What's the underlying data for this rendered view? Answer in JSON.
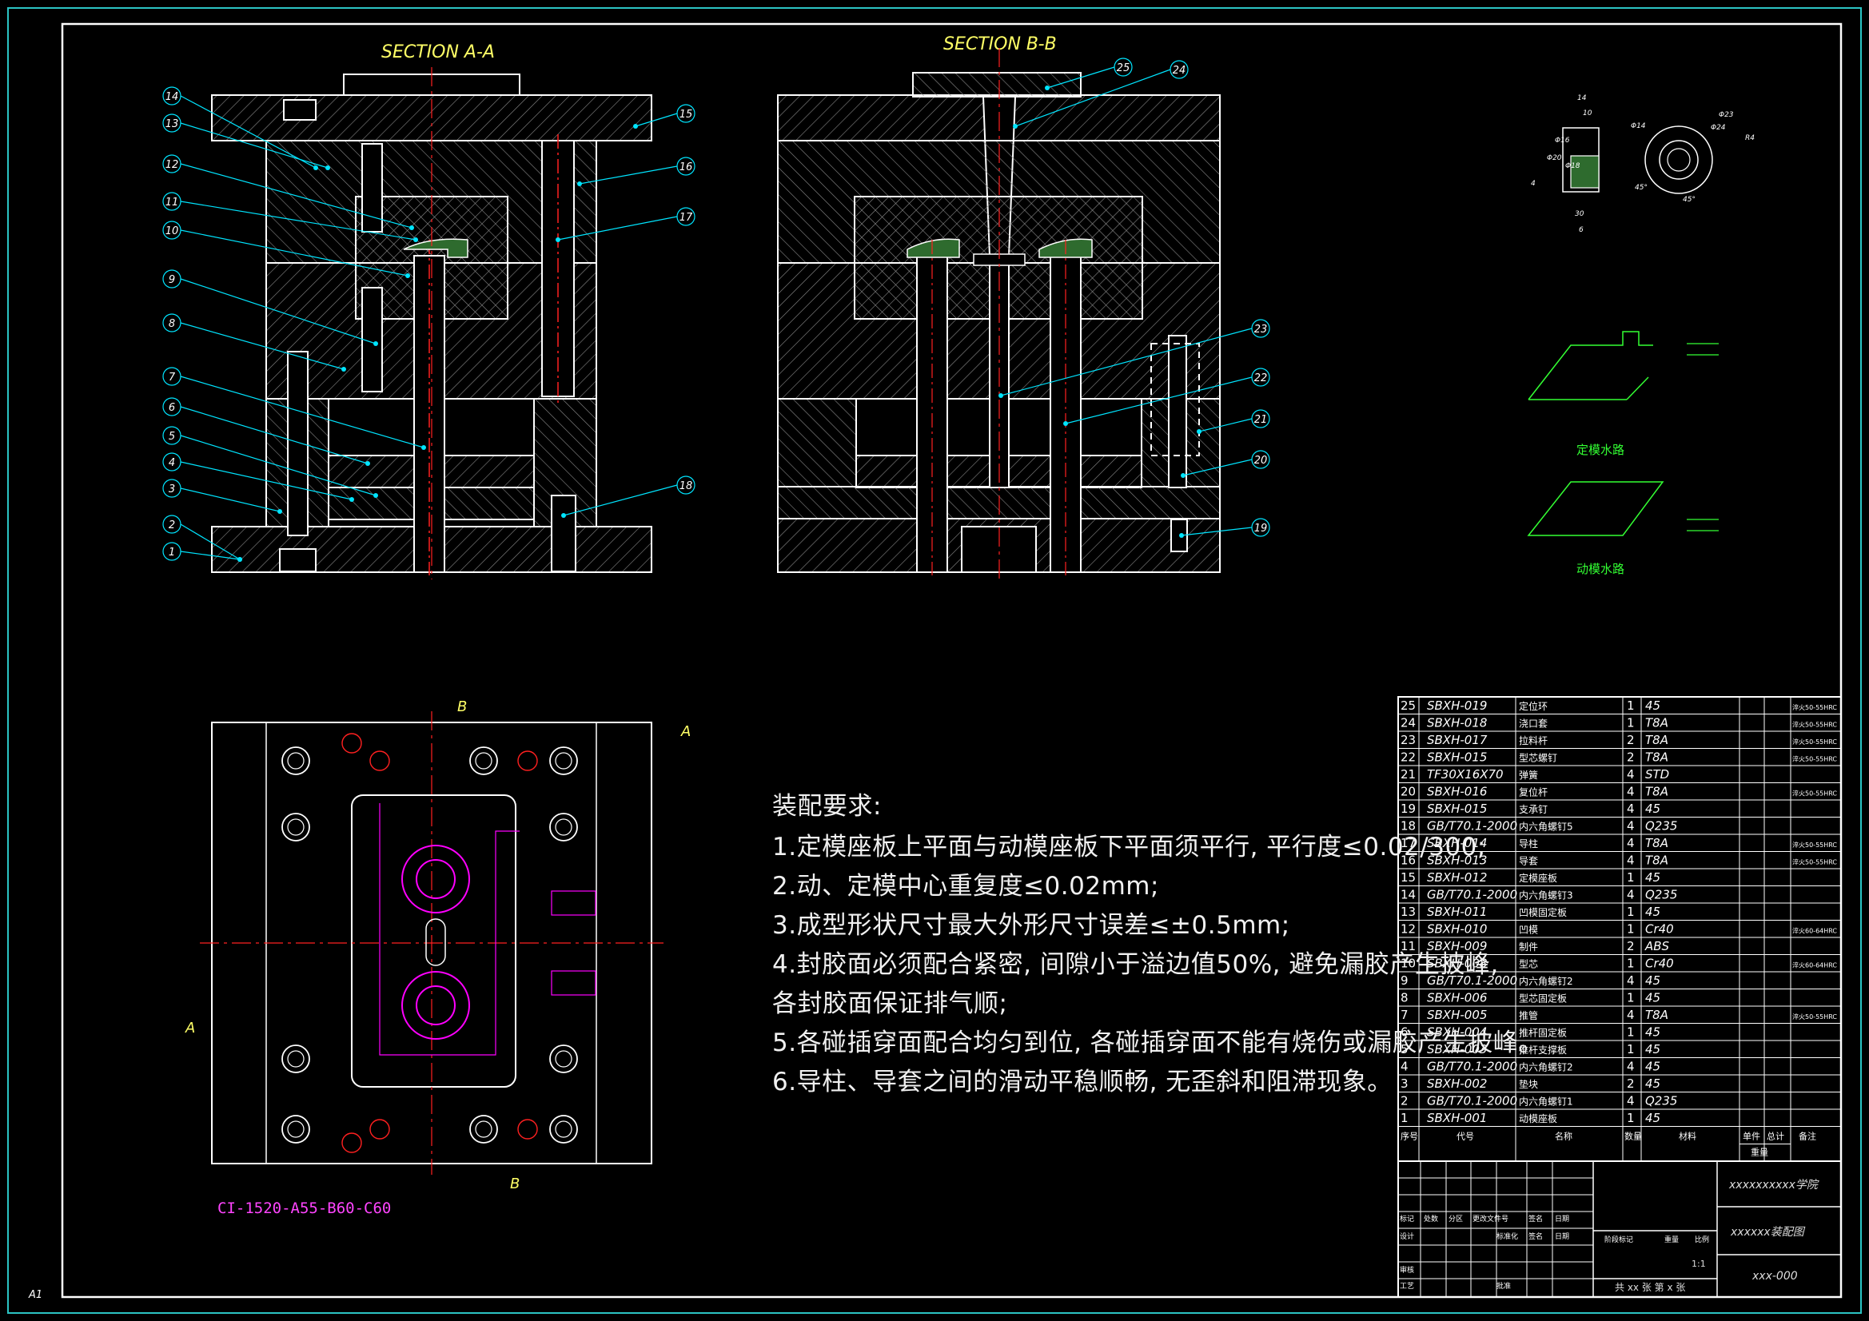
{
  "drawing": {
    "section_a_title": "SECTION A-A",
    "section_b_title": "SECTION B-B",
    "sheet_size": "A1",
    "mold_code": "CI-1520-A55-B60-C60",
    "water_fixed_label": "定模水路",
    "water_moving_label": "动模水路",
    "section_mark_a": "A",
    "section_mark_b": "B"
  },
  "balloons_a": [
    "14",
    "13",
    "12",
    "11",
    "10",
    "9",
    "8",
    "7",
    "6",
    "5",
    "4",
    "3",
    "2",
    "1",
    "15",
    "16",
    "17",
    "18"
  ],
  "balloons_b": [
    "25",
    "24",
    "23",
    "22",
    "21",
    "20",
    "19"
  ],
  "detail_dims": [
    "14",
    "10",
    "Φ16",
    "Φ20",
    "4",
    "Φ18",
    "30",
    "6",
    "Φ24",
    "Φ14",
    "Φ23",
    "R4",
    "45°",
    "45°"
  ],
  "notes": {
    "heading": "装配要求:",
    "items": [
      "1.定模座板上平面与动模座板下平面须平行, 平行度≤0.02/300;",
      "2.动、定模中心重复度≤0.02mm;",
      "3.成型形状尺寸最大外形尺寸误差≤±0.5mm;",
      "4.封胶面必须配合紧密, 间隙小于溢边值50%, 避免漏胶产生披峰,",
      "各封胶面保证排气顺;",
      "5.各碰插穿面配合均匀到位, 各碰插穿面不能有烧伤或漏胶产生披峰。",
      "6.导柱、导套之间的滑动平稳顺畅, 无歪斜和阻滞现象。"
    ]
  },
  "bom": {
    "rows": [
      [
        "25",
        "SBXH-019",
        "定位环",
        "1",
        "45",
        "淬火50-55HRC"
      ],
      [
        "24",
        "SBXH-018",
        "浇口套",
        "1",
        "T8A",
        "淬火50-55HRC"
      ],
      [
        "23",
        "SBXH-017",
        "拉料杆",
        "2",
        "T8A",
        "淬火50-55HRC"
      ],
      [
        "22",
        "SBXH-015",
        "型芯螺钉",
        "2",
        "T8A",
        "淬火50-55HRC"
      ],
      [
        "21",
        "TF30X16X70",
        "弹簧",
        "4",
        "STD",
        ""
      ],
      [
        "20",
        "SBXH-016",
        "复位杆",
        "4",
        "T8A",
        "淬火50-55HRC"
      ],
      [
        "19",
        "SBXH-015",
        "支承钉",
        "4",
        "45",
        ""
      ],
      [
        "18",
        "GB/T70.1-2000",
        "内六角螺钉5",
        "4",
        "Q235",
        ""
      ],
      [
        "17",
        "SBXH-014",
        "导柱",
        "4",
        "T8A",
        "淬火50-55HRC"
      ],
      [
        "16",
        "SBXH-013",
        "导套",
        "4",
        "T8A",
        "淬火50-55HRC"
      ],
      [
        "15",
        "SBXH-012",
        "定模座板",
        "1",
        "45",
        ""
      ],
      [
        "14",
        "GB/T70.1-2000",
        "内六角螺钉3",
        "4",
        "Q235",
        ""
      ],
      [
        "13",
        "SBXH-011",
        "凹模固定板",
        "1",
        "45",
        ""
      ],
      [
        "12",
        "SBXH-010",
        "凹模",
        "1",
        "Cr40",
        "淬火60-64HRC"
      ],
      [
        "11",
        "SBXH-009",
        "制件",
        "2",
        "ABS",
        ""
      ],
      [
        "10",
        "SBXH-008",
        "型芯",
        "1",
        "Cr40",
        "淬火60-64HRC"
      ],
      [
        "9",
        "GB/T70.1-2000",
        "内六角螺钉2",
        "4",
        "45",
        ""
      ],
      [
        "8",
        "SBXH-006",
        "型芯固定板",
        "1",
        "45",
        ""
      ],
      [
        "7",
        "SBXH-005",
        "推管",
        "4",
        "T8A",
        "淬火50-55HRC"
      ],
      [
        "6",
        "SBXH-004",
        "推杆固定板",
        "1",
        "45",
        ""
      ],
      [
        "5",
        "SBXH-003",
        "推杆支撑板",
        "1",
        "45",
        ""
      ],
      [
        "4",
        "GB/T70.1-2000",
        "内六角螺钉2",
        "4",
        "45",
        ""
      ],
      [
        "3",
        "SBXH-002",
        "垫块",
        "2",
        "45",
        ""
      ],
      [
        "2",
        "GB/T70.1-2000",
        "内六角螺钉1",
        "4",
        "Q235",
        ""
      ],
      [
        "1",
        "SBXH-001",
        "动模座板",
        "1",
        "45",
        ""
      ]
    ],
    "header": [
      "序号",
      "代号",
      "名称",
      "数量",
      "材料",
      "单件",
      "总计",
      "备注"
    ],
    "header_sub": "重量"
  },
  "title_block": {
    "school": "xxxxxxxxxx学院",
    "drawing_name": "xxxxxx装配图",
    "drawing_no": "xxx-000",
    "scale": "1:1",
    "sheets": "共 xx 张  第 x 张",
    "labels": [
      "标记",
      "处数",
      "分区",
      "更改文件号",
      "签名",
      "日期",
      "设计",
      "标准化",
      "签名",
      "日期",
      "审核",
      "工艺",
      "批准",
      "阶段标记",
      "重量",
      "比例"
    ]
  },
  "colors": {
    "background": "#000000",
    "outline": "#ffffff",
    "hatch": "#9a9a9a",
    "centerline": "#ff2020",
    "leader": "#00e5ff",
    "title_text": "#ffff66",
    "product": "#ff00ff",
    "water": "#33ff33",
    "part_fill": "#2e6b2e"
  }
}
